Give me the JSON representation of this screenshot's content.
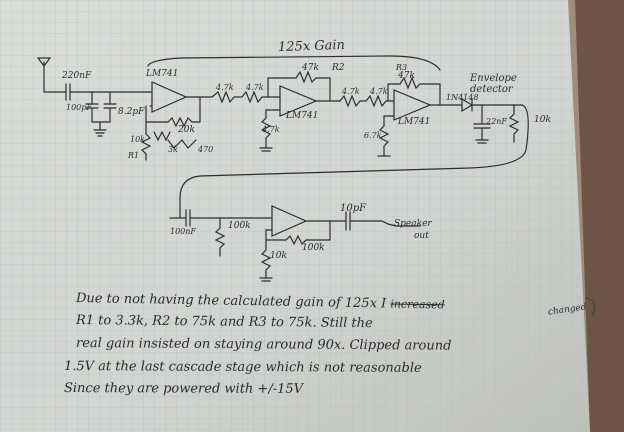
{
  "title": "125x Gain",
  "components": {
    "c_in": "220nF",
    "c_100p": "100pF",
    "c_8p": "8.2pF",
    "opamp1": "LM741",
    "r_10k": "10k",
    "r_20k": "20k",
    "r_1_label": "R1",
    "r_3k": "3k",
    "r_470": "470",
    "r1_47k_a": "4.7k",
    "r1_47k_b": "4.7k",
    "r2_47k": "47k",
    "r2_label": "R2",
    "opamp2": "LM741",
    "r2_ground": "4.7k",
    "r3_47k_a": "4.7k",
    "r3_47k_b": "4.7k",
    "r3_top": "47k",
    "r3_label": "R3",
    "opamp3": "LM741",
    "r3_ground": "6.7k",
    "env_title": "Envelope detector",
    "diode": "1N4148",
    "c_22n": "22nF",
    "r_out_10k": "10k",
    "c_100n": "100nF",
    "r_100k_a": "100k",
    "r_100k_b": "100k",
    "r_10k_b": "10k",
    "c_10p": "10pF",
    "speaker": "Speaker",
    "speaker_out": "out"
  },
  "notes": {
    "line1_a": "Due to not having the calculated gain of 125x I",
    "line1_strike": "increased",
    "line1_over": "changed",
    "line2": "R1 to 3.3k, R2 to 75k and R3 to 75k. Still the",
    "line3": "real gain insisted on staying around 90x. Clipped around",
    "line4": "1.5V at the last cascade stage which is not reasonable",
    "line5": "Since they are powered with +/-15V"
  }
}
